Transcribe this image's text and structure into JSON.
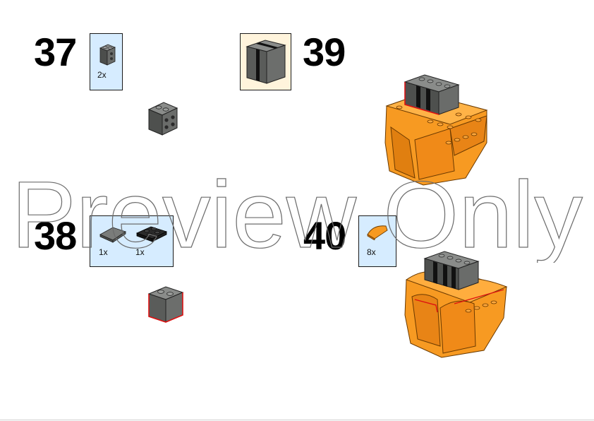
{
  "steps": [
    {
      "number": "37",
      "parts": [
        {
          "qty": "2x",
          "part": "brick-1x2-dark-gray"
        }
      ]
    },
    {
      "number": "38",
      "parts": [
        {
          "qty": "1x",
          "part": "slope-2x2-dark-gray"
        },
        {
          "qty": "1x",
          "part": "plate-2x2-black"
        }
      ]
    },
    {
      "number": "39",
      "parts": [
        {
          "qty": "",
          "part": "brick-2x2-dark-gray-striped"
        }
      ]
    },
    {
      "number": "40",
      "parts": [
        {
          "qty": "8x",
          "part": "curved-slope-orange"
        }
      ]
    }
  ],
  "watermark": "Preview Only",
  "colors": {
    "callout_blue": "#d6ecff",
    "callout_cream": "#fff4dc",
    "orange": "#f79a22",
    "dark_gray": "#5e605e",
    "black": "#1b1b1b"
  }
}
